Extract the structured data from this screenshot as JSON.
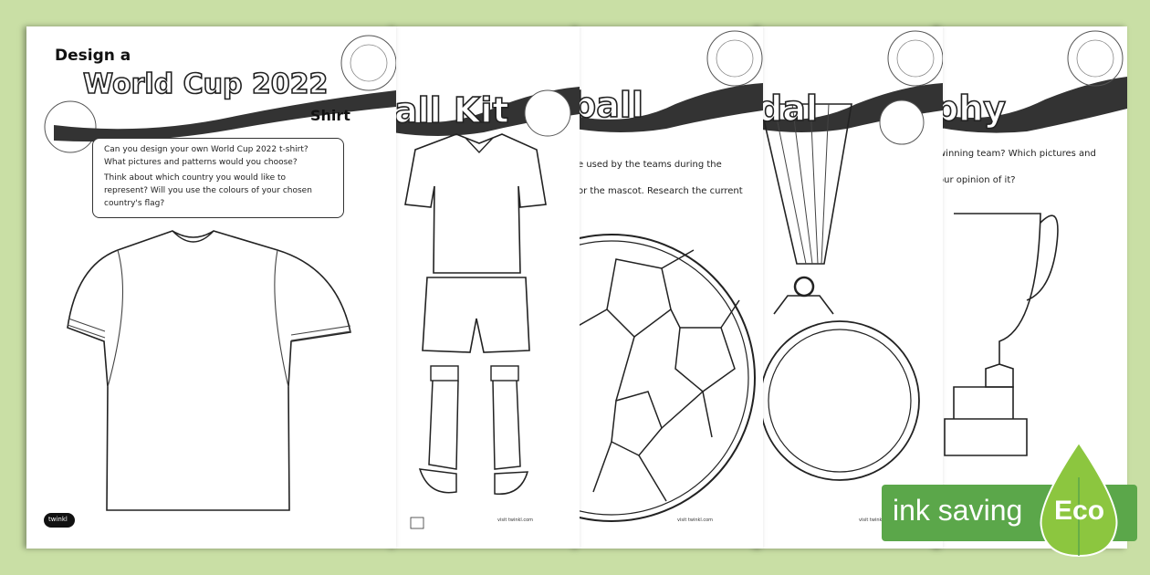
{
  "sheet1": {
    "title_small": "Design a",
    "title_main": "World Cup 2022",
    "title_sub": "Shirt",
    "instructions": [
      "Can you design your own World Cup 2022 t-shirt?",
      "What pictures and patterns would you choose?",
      "Think about which country you would like to",
      "represent? Will you use the colours of your chosen",
      "country's flag?"
    ],
    "logo": "twinkl"
  },
  "sheet2": {
    "title_fragment": "all Kit",
    "footer": "visit twinkl.com"
  },
  "sheet3": {
    "title_fragment": "ball",
    "text_lines": [
      "e used by the teams during the",
      "or the mascot. Research the current"
    ],
    "footer": "visit twinkl.com"
  },
  "sheet4": {
    "title_fragment": "dal",
    "footer": "visit twinkl.com"
  },
  "sheet5": {
    "title_fragment": "phy",
    "text_lines": [
      "winning team? Which pictures and",
      "our opinion of it?"
    ]
  },
  "badge": {
    "label": "ink saving",
    "tag": "Eco"
  },
  "colors": {
    "background": "#c9dfa5",
    "eco_green": "#5ba74a",
    "eco_leaf": "#8cc63f"
  }
}
